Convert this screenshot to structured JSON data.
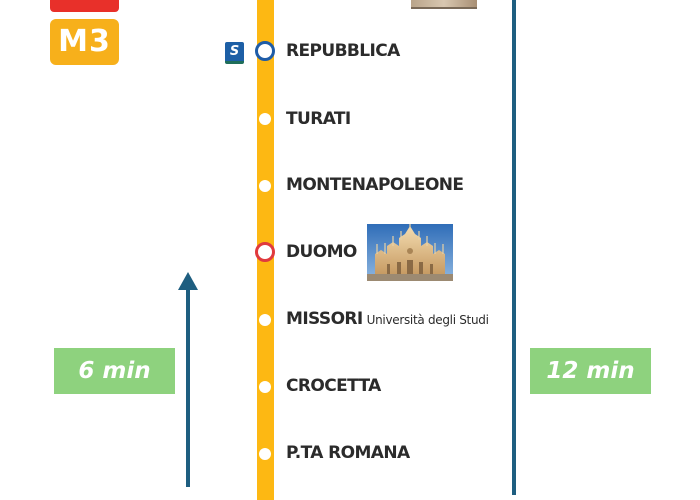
{
  "colors": {
    "line_yellow": "#FDB813",
    "badge_red": "#E8302A",
    "badge_yellow": "#F7B01B",
    "station_ring_blue": "#1E5CA8",
    "station_ring_red": "#E03A3E",
    "suburban_green": "#1F6E5A",
    "suburban_blue": "#1D5FA6",
    "arrow_blue": "#1E5E80",
    "time_green": "#8ED27E",
    "text_dark": "#2B2B2B"
  },
  "line_badge": {
    "label": "M3",
    "icon": "metro-m3-icon"
  },
  "suburban_icon": {
    "label": "S",
    "icon": "suburban-railway-icon"
  },
  "stations": [
    {
      "name": "REPUBBLICA",
      "extra": "",
      "interchange": "blue"
    },
    {
      "name": "TURATI",
      "extra": "",
      "interchange": ""
    },
    {
      "name": "MONTENAPOLEONE",
      "extra": "",
      "interchange": ""
    },
    {
      "name": "DUOMO",
      "extra": "",
      "interchange": "red"
    },
    {
      "name": "MISSORI",
      "extra": "Università degli Studi",
      "interchange": ""
    },
    {
      "name": "CROCETTA",
      "extra": "",
      "interchange": ""
    },
    {
      "name": "P.TA ROMANA",
      "extra": "",
      "interchange": ""
    }
  ],
  "images": {
    "duomo": "duomo-cathedral-photo",
    "top": "landmark-photo"
  },
  "travel_times": {
    "left": "6 min",
    "right": "12 min"
  }
}
